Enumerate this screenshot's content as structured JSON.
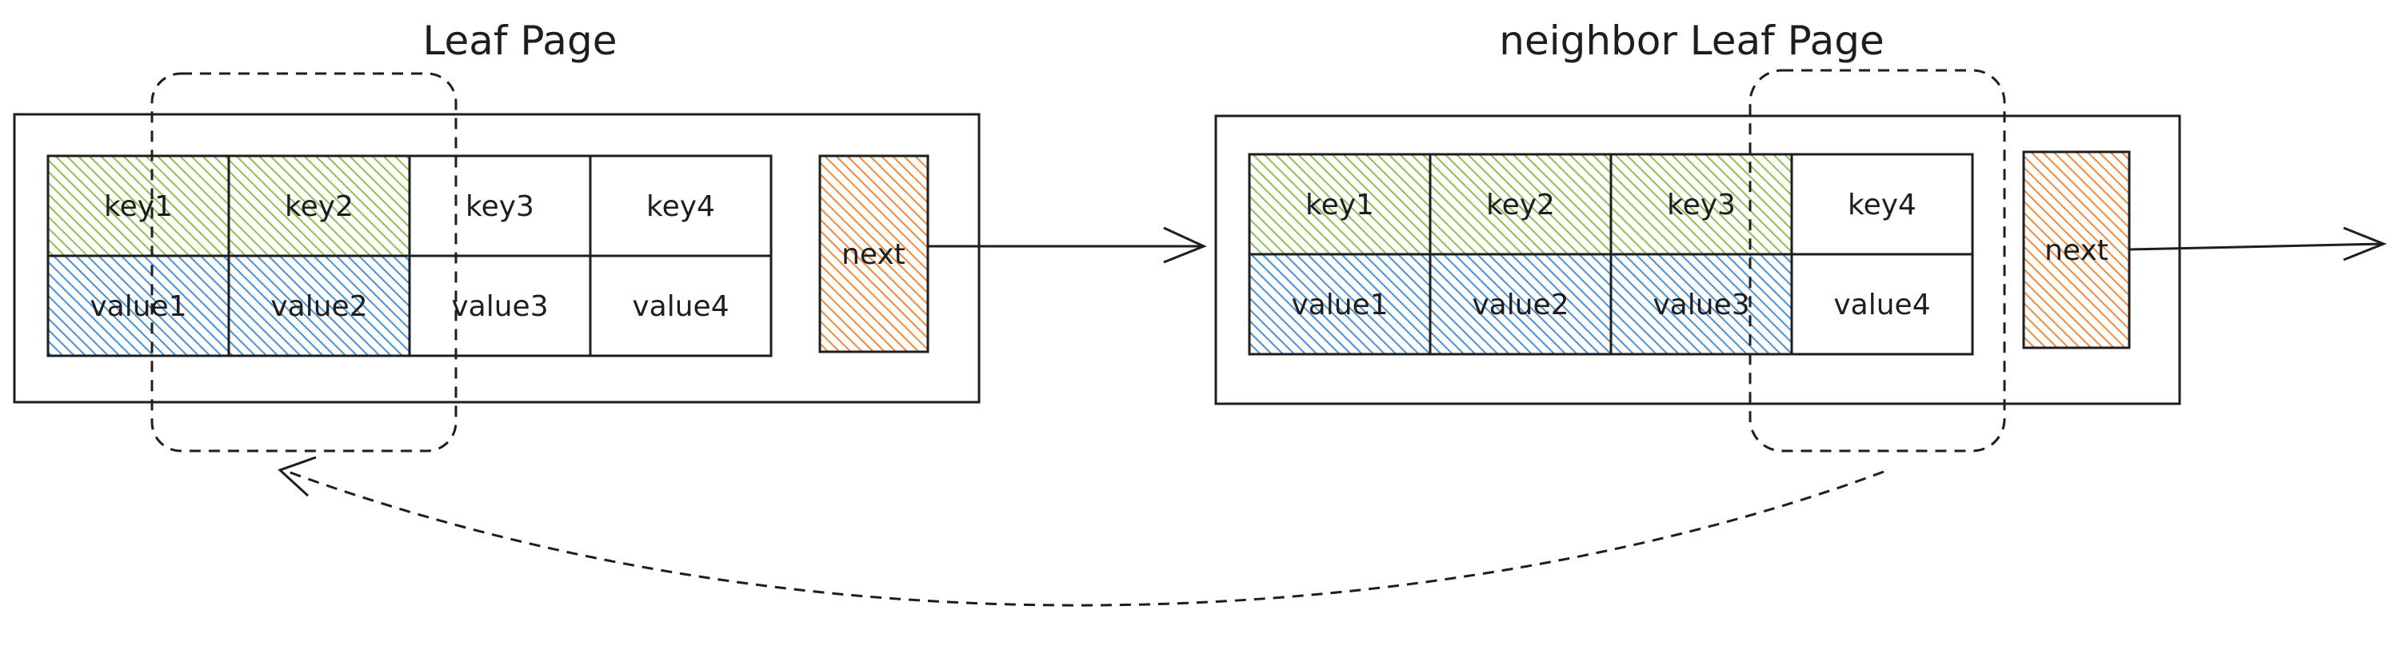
{
  "colors": {
    "key_fill": "#8cc152",
    "value_fill": "#4a90d9",
    "next_fill": "#f08a3c",
    "stroke": "#1e1e1e",
    "background": "#ffffff"
  },
  "pages": [
    {
      "title": "Leaf Page",
      "cells": [
        {
          "key": "key1",
          "value": "value1",
          "highlighted": true
        },
        {
          "key": "key2",
          "value": "value2",
          "highlighted": true
        },
        {
          "key": "key3",
          "value": "value3",
          "highlighted": false
        },
        {
          "key": "key4",
          "value": "value4",
          "highlighted": false
        }
      ],
      "next_label": "next"
    },
    {
      "title": "neighbor Leaf Page",
      "cells": [
        {
          "key": "key1",
          "value": "value1",
          "highlighted": true
        },
        {
          "key": "key2",
          "value": "value2",
          "highlighted": true
        },
        {
          "key": "key3",
          "value": "value3",
          "highlighted": true
        },
        {
          "key": "key4",
          "value": "value4",
          "highlighted": false
        }
      ],
      "next_label": "next"
    }
  ]
}
